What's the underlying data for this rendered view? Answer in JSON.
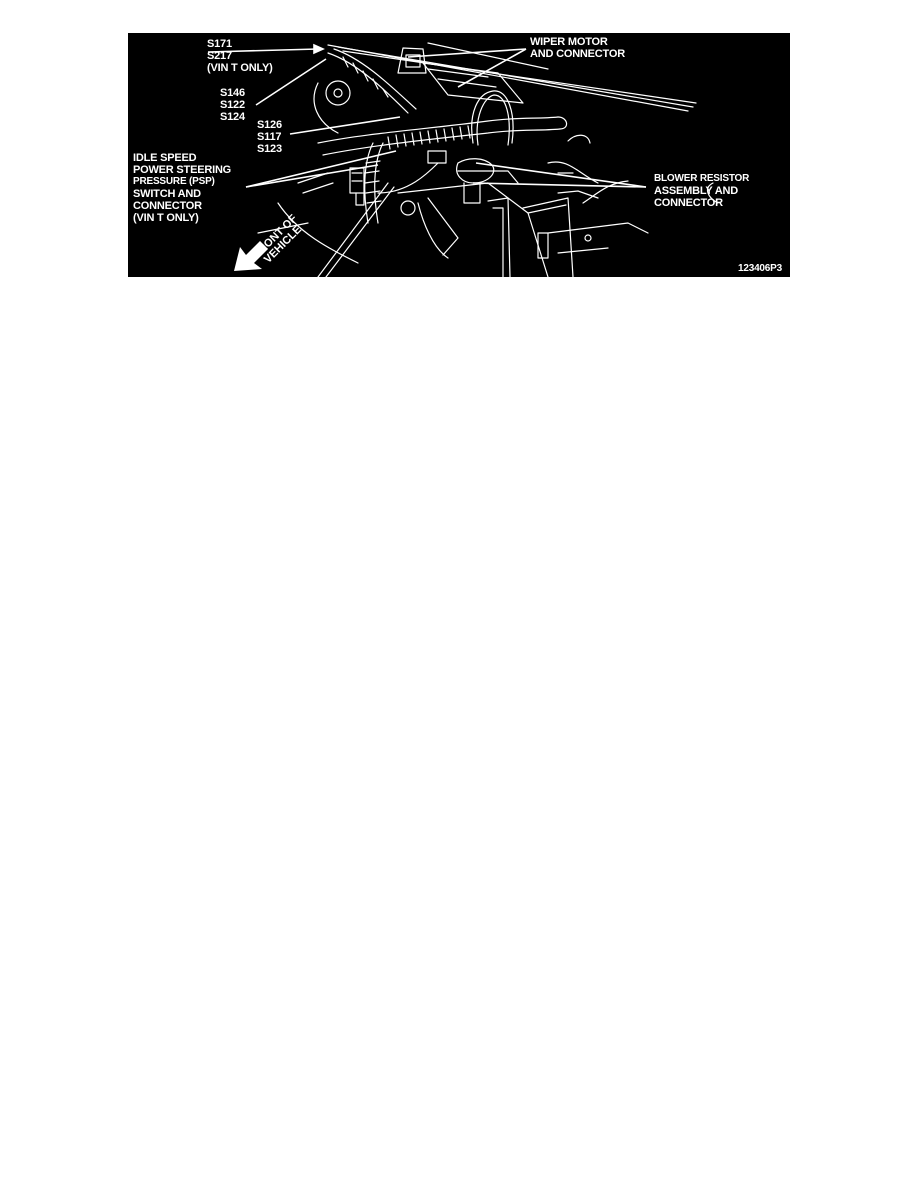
{
  "figure": {
    "background": "#000000",
    "foreground": "#ffffff",
    "figure_id": "123406P3",
    "callouts": {
      "splices_top": {
        "lines": [
          "S171",
          "S217",
          "(VIN T ONLY)"
        ]
      },
      "splices_mid": {
        "lines": [
          "S146",
          "S122",
          "S124"
        ]
      },
      "splices_low": {
        "lines": [
          "S126",
          "S117",
          "S123"
        ]
      },
      "psp_switch": {
        "lines": [
          "IDLE SPEED",
          "POWER STEERING",
          "PRESSURE (PSP)",
          "SWITCH AND",
          "CONNECTOR",
          "(VIN T ONLY)"
        ]
      },
      "wiper_motor": {
        "lines": [
          "WIPER MOTOR",
          "AND CONNECTOR"
        ]
      },
      "blower_resistor": {
        "lines": [
          "BLOWER RESISTOR",
          "ASSEMBLY AND",
          "CONNECTOR"
        ]
      }
    },
    "orientation": {
      "lines": [
        "FRONT OF",
        "VEHICLE"
      ],
      "icon": "arrow-down-left-icon"
    }
  }
}
